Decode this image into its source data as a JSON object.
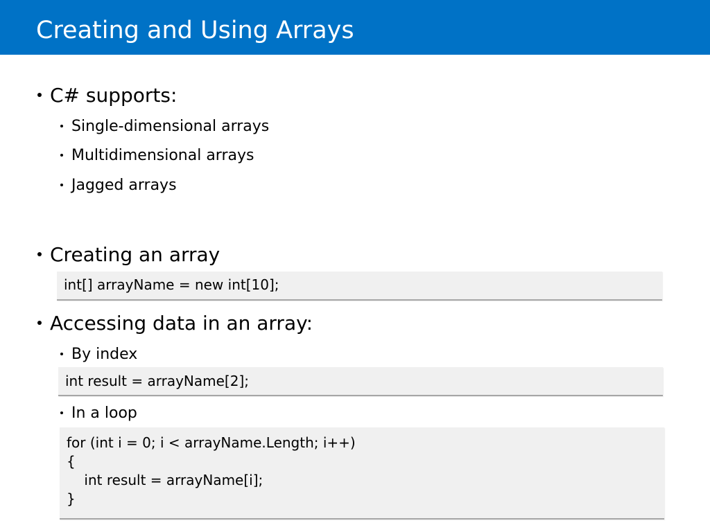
{
  "slide": {
    "title": "Creating and Using Arrays"
  },
  "bullets": {
    "supports": "C# supports:",
    "supports_items": [
      "Single-dimensional arrays",
      "Multidimensional arrays",
      "Jagged arrays"
    ],
    "creating": "Creating an array",
    "accessing": "Accessing data in an array:",
    "by_index": "By index",
    "in_loop": "In a loop"
  },
  "code": {
    "create": "int[] arrayName = new int[10];",
    "index": "int result = arrayName[2];",
    "loop": [
      "for (int i = 0; i < arrayName.Length; i++)",
      "{",
      "    int result = arrayName[i];",
      "}"
    ]
  },
  "colors": {
    "title_bar": "#0072c6",
    "code_background": "#f0f0f0"
  }
}
